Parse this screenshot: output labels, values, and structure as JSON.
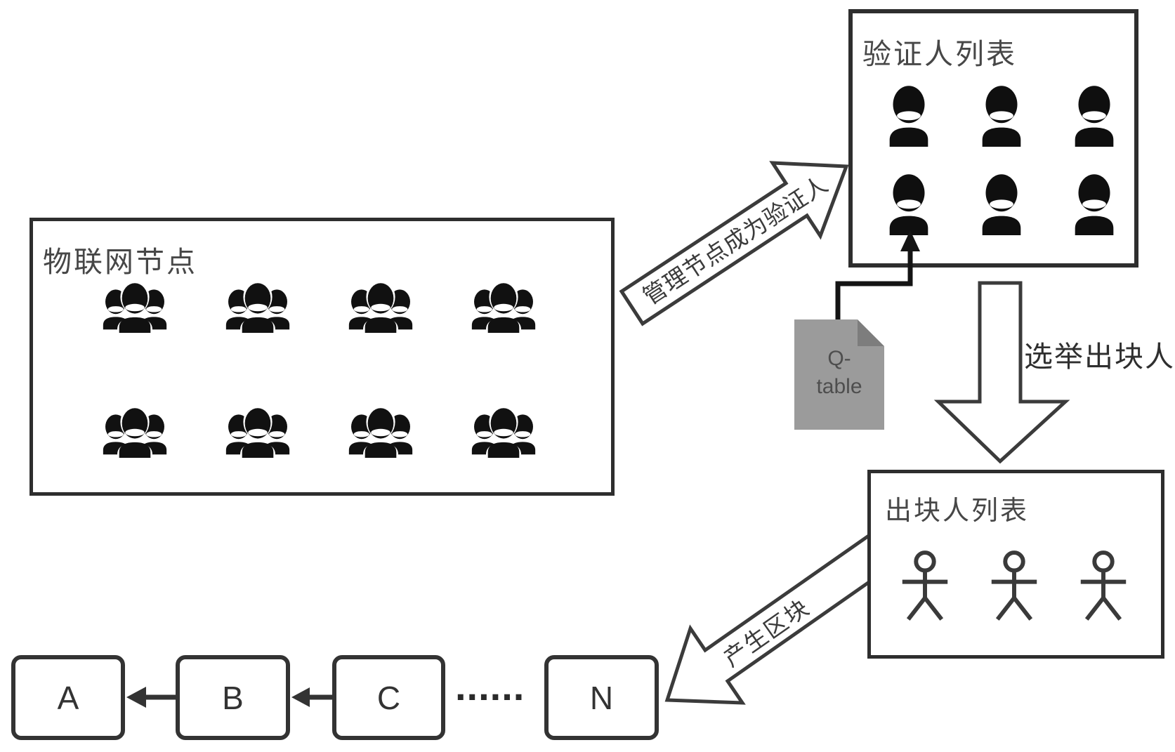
{
  "diagram": {
    "background": "#ffffff",
    "ink": "#2e2e2e",
    "arrow_outline": "#3b3b3b"
  },
  "iot_box": {
    "title": "物联网节点",
    "icon": "group-people-icon",
    "node_count": 8,
    "rows": 2,
    "cols": 4
  },
  "validator_box": {
    "title": "验证人列表",
    "icon": "person-bust-icon",
    "node_count": 6,
    "rows": 2,
    "cols": 3
  },
  "producer_box": {
    "title": "出块人列表",
    "icon": "stick-figure-icon",
    "node_count": 3
  },
  "qtable": {
    "icon": "document-icon",
    "line1": "Q-",
    "line2": "table",
    "fill": "#9b9b9b",
    "fold": "#7d7d7d"
  },
  "arrows": {
    "management_to_validators": {
      "label": "管理节点成为验证人"
    },
    "elect_producers": {
      "label": "选举出块人"
    },
    "produce_blocks": {
      "label": "产生区块"
    }
  },
  "chain": {
    "blocks": [
      "A",
      "B",
      "C",
      "N"
    ],
    "ellipsis": "......"
  }
}
